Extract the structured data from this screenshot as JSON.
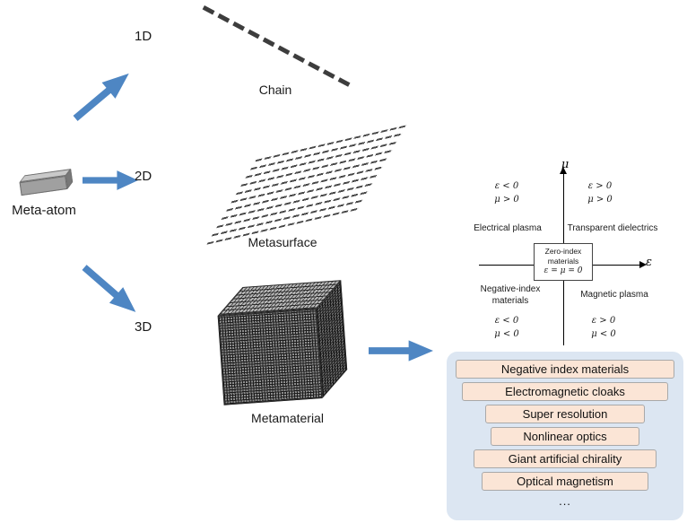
{
  "meta_atom": {
    "label": "Meta-atom"
  },
  "branches": [
    {
      "dim": "1D",
      "name": "Chain"
    },
    {
      "dim": "2D",
      "name": "Metasurface"
    },
    {
      "dim": "3D",
      "name": "Metamaterial"
    }
  ],
  "quadrant": {
    "axis_y": "μ",
    "axis_x": "ε",
    "top_left": {
      "cond1": "ε < 0",
      "cond2": "μ > 0",
      "label": "Electrical plasma"
    },
    "top_right": {
      "cond1": "ε > 0",
      "cond2": "μ > 0",
      "label": "Transparent dielectrics"
    },
    "bottom_left": {
      "label": "Negative-index materials",
      "cond1": "ε < 0",
      "cond2": "μ < 0"
    },
    "bottom_right": {
      "label": "Magnetic plasma",
      "cond1": "ε > 0",
      "cond2": "μ < 0"
    },
    "center": {
      "line1": "Zero-index",
      "line2": "materials",
      "line3": "ε = μ = 0"
    }
  },
  "applications": {
    "items": [
      {
        "label": "Negative index materials"
      },
      {
        "label": "Electromagnetic cloaks"
      },
      {
        "label": "Super resolution"
      },
      {
        "label": "Nonlinear optics"
      },
      {
        "label": "Giant artificial chirality"
      },
      {
        "label": "Optical magnetism"
      }
    ],
    "more": "..."
  },
  "colors": {
    "arrow_blue": "#4e86c3",
    "apps_panel_bg": "#dce6f2",
    "apps_item_bg": "#fbe5d6",
    "chain_dash": "#3d3d3d"
  }
}
